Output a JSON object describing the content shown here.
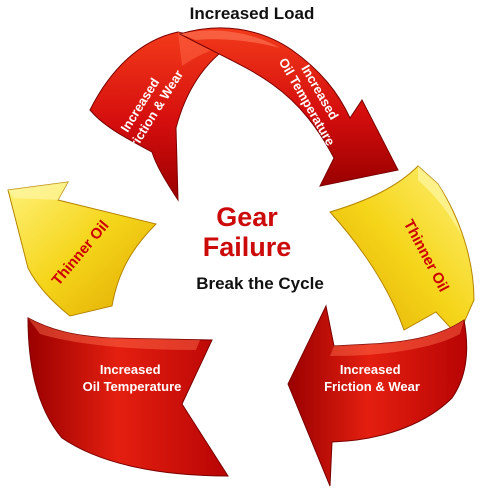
{
  "title": "Increased Load",
  "center": {
    "line1": "Gear",
    "line2": "Failure",
    "subtitle": "Break the Cycle"
  },
  "arrows": {
    "top_left": {
      "line1": "Increased",
      "line2": "Friction & Wear",
      "color": "#d40d0d"
    },
    "top_right": {
      "line1": "Increased",
      "line2": "Oil Temperature",
      "color": "#d40d0d"
    },
    "left_yellow": {
      "label": "Thinner Oil",
      "color": "#f2d200"
    },
    "right_yellow": {
      "label": "Thinner Oil",
      "color": "#f2d200"
    },
    "bottom_left": {
      "line1": "Increased",
      "line2": "Oil Temperature",
      "color": "#d40d0d"
    },
    "bottom_right": {
      "line1": "Increased",
      "line2": "Friction & Wear",
      "color": "#d40d0d"
    }
  },
  "colors": {
    "red": "#d40d0d",
    "red_dark": "#8e0000",
    "yellow": "#f5dc1a",
    "yellow_dark": "#c79400",
    "center_text": "#cc0a0a"
  }
}
